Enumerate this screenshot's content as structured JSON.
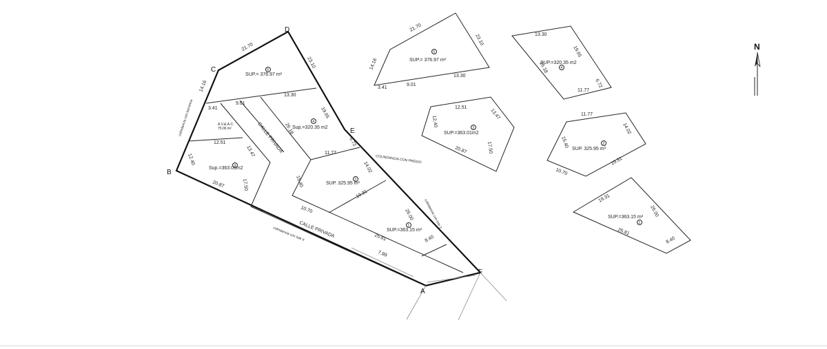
{
  "vertices": {
    "A": "A",
    "B": "B",
    "C": "C",
    "D": "D",
    "E": "E",
    "F": "F"
  },
  "north_label": "N",
  "main_plan": {
    "dims": {
      "cd": "21.70",
      "de": "23.10",
      "bc_top": "14.16",
      "b_mid": "12.40",
      "l3_top": "3.41",
      "l3_b": "9.01",
      "l4_top": "13.30",
      "l4_r": "19.65",
      "l4_l": "26.18",
      "l4_e": "6.72",
      "l2_top": "11.77",
      "l2_r": "14.02",
      "l2_l": "15.40",
      "l2_b": "10.70",
      "l2_d": "19.31",
      "l1_r": "26.00",
      "l1_b": "25.81",
      "l1_e": "8.40",
      "l3_r": "12.51",
      "l3_m": "13.47",
      "l3_b2": "20.87",
      "l3_br": "17.50",
      "a_seg": "7.99"
    },
    "areas": {
      "l5": "SUP.= 376.97 m²",
      "l4": "Sup.=320.35 m2",
      "l3": "Sup.=363.01m2",
      "l2": "SUP. 325.95 m²",
      "l1": "SUP.=363.15 m²",
      "area_verde": "A.V.&.A.C.",
      "area_verde_val": "75.06 m²"
    },
    "street_labels": {
      "calle_1": "CALLE PRIVADA",
      "calle_2": "CALLE PRIVADA"
    },
    "boundary_notes": {
      "left": "colindancia con barranca",
      "right": "colindancia con lote 2",
      "bottom": "colindancia con lote X",
      "east": "COLINDANCIA CON PREDIO"
    },
    "lot_numbers": {
      "l5": "5",
      "l4": "4",
      "l3": "3",
      "l2": "2",
      "l1": "1"
    }
  },
  "detail_lots": {
    "lot5": {
      "area": "SUP.= 376.97 m²",
      "number": "5",
      "d1": "21.70",
      "d2": "23.10",
      "d3": "14.16",
      "d4": "3.41",
      "d5": "9.01",
      "d6": "13.30"
    },
    "lot4": {
      "area": "SUP.=320.35 m2",
      "number": "4",
      "d1": "13.30",
      "d2": "19.65",
      "d3": "26.18",
      "d4": "6.72",
      "d5": "11.77"
    },
    "lot3": {
      "area": "SUP.=363.01m2",
      "number": "3",
      "d1": "12.51",
      "d2": "13.47",
      "d3": "12.40",
      "d4": "20.87",
      "d5": "17.50"
    },
    "lot2": {
      "area": "SUP. 325.95 m²",
      "number": "2",
      "d1": "11.77",
      "d2": "14.02",
      "d3": "15.40",
      "d4": "10.70",
      "d5": "19.31"
    },
    "lot1": {
      "area": "SUP.=363.15 m²",
      "number": "1",
      "d1": "19.31",
      "d2": "26.00",
      "d3": "25.81",
      "d4": "8.40"
    }
  }
}
